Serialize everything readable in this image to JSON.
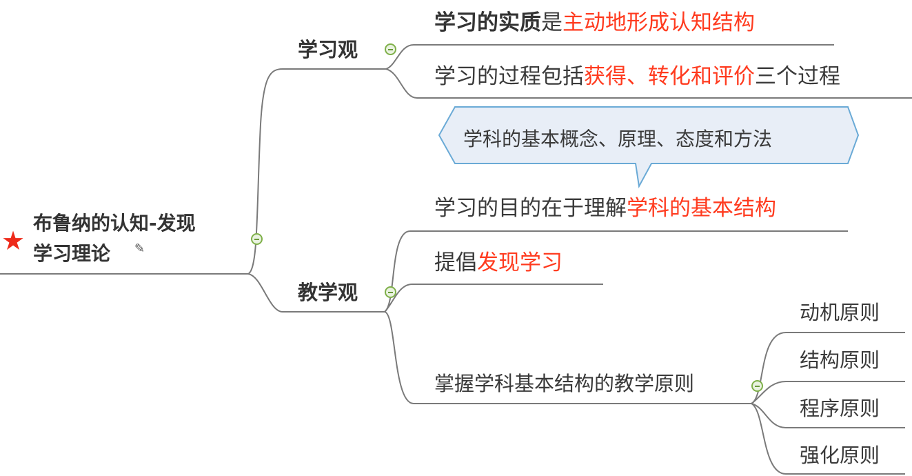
{
  "root": {
    "line1": "布鲁纳的认知-发现",
    "line2": "学习理论",
    "icon": "star-icon"
  },
  "branches": [
    {
      "label": "学习观",
      "children": [
        {
          "plain_bold": "学习的实质",
          "plain": "是",
          "highlight": "主动地形成认知结构"
        },
        {
          "plain": "学习的过程包括",
          "highlight": "获得、转化和评价",
          "suffix": "三个过程"
        }
      ]
    },
    {
      "label": "教学观",
      "callout": "学科的基本概念、原理、态度和方法",
      "children": [
        {
          "plain": "学习的目的在于理解",
          "highlight": "学科的基本结构"
        },
        {
          "plain": "提倡",
          "highlight": "发现学习"
        },
        {
          "plain": "掌握学科基本结构的教学原则",
          "children": [
            "动机原则",
            "结构原则",
            "程序原则",
            "强化原则"
          ]
        }
      ]
    }
  ],
  "colors": {
    "highlight": "#ff3b1f",
    "text": "#3a3a3a",
    "line": "#7a7a7a",
    "collapse": "#7fb04a",
    "callout_fill": "#e8eef7",
    "callout_border": "#6aaad6",
    "star": "#ee2a1a"
  }
}
